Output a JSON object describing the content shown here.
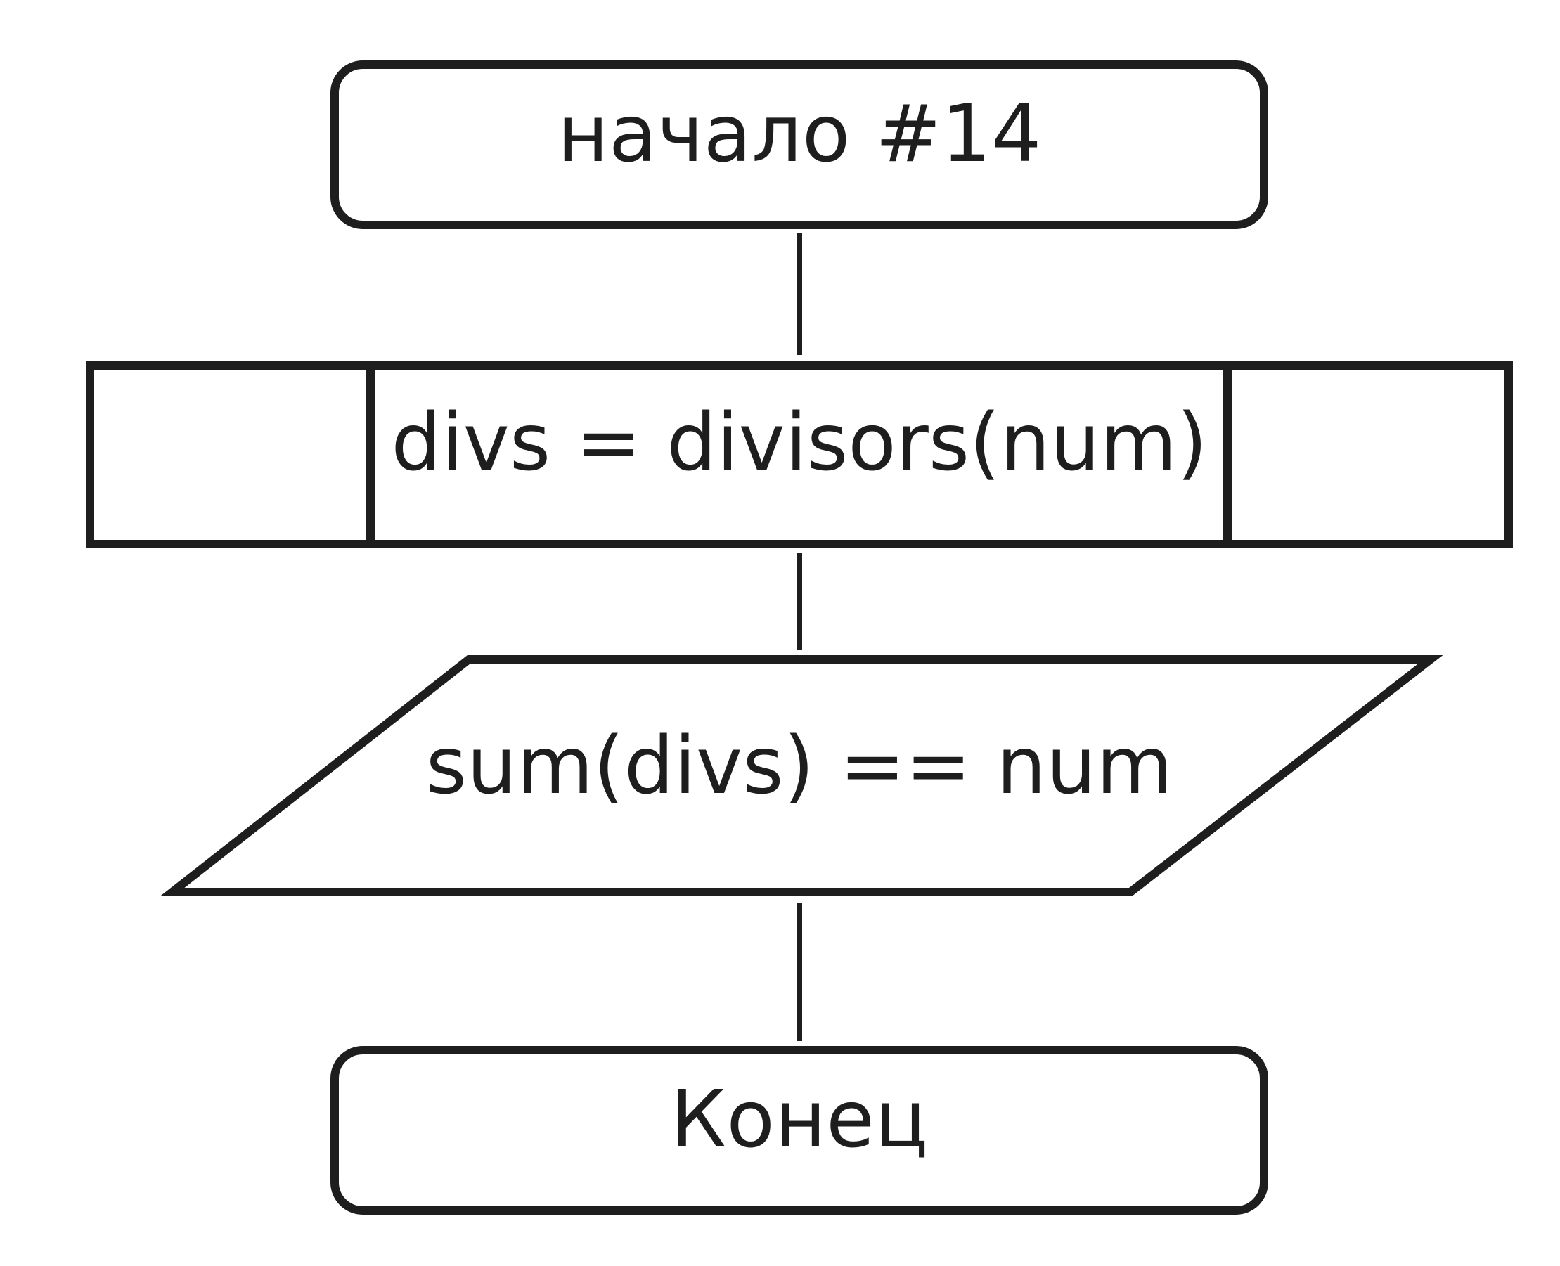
{
  "diagram": {
    "type": "flowchart",
    "nodes": [
      {
        "id": "start",
        "shape": "terminator",
        "label": "начало #14"
      },
      {
        "id": "process",
        "shape": "predefined-process",
        "label": "divs = divisors(num)"
      },
      {
        "id": "io",
        "shape": "data",
        "label": "sum(divs) == num"
      },
      {
        "id": "end",
        "shape": "terminator",
        "label": "Конец"
      }
    ],
    "edges": [
      {
        "from": "start",
        "to": "process"
      },
      {
        "from": "process",
        "to": "io"
      },
      {
        "from": "io",
        "to": "end"
      }
    ],
    "colors": {
      "stroke": "#1e1e1e",
      "fill": "#ffffff",
      "text": "#1e1e1e"
    }
  }
}
